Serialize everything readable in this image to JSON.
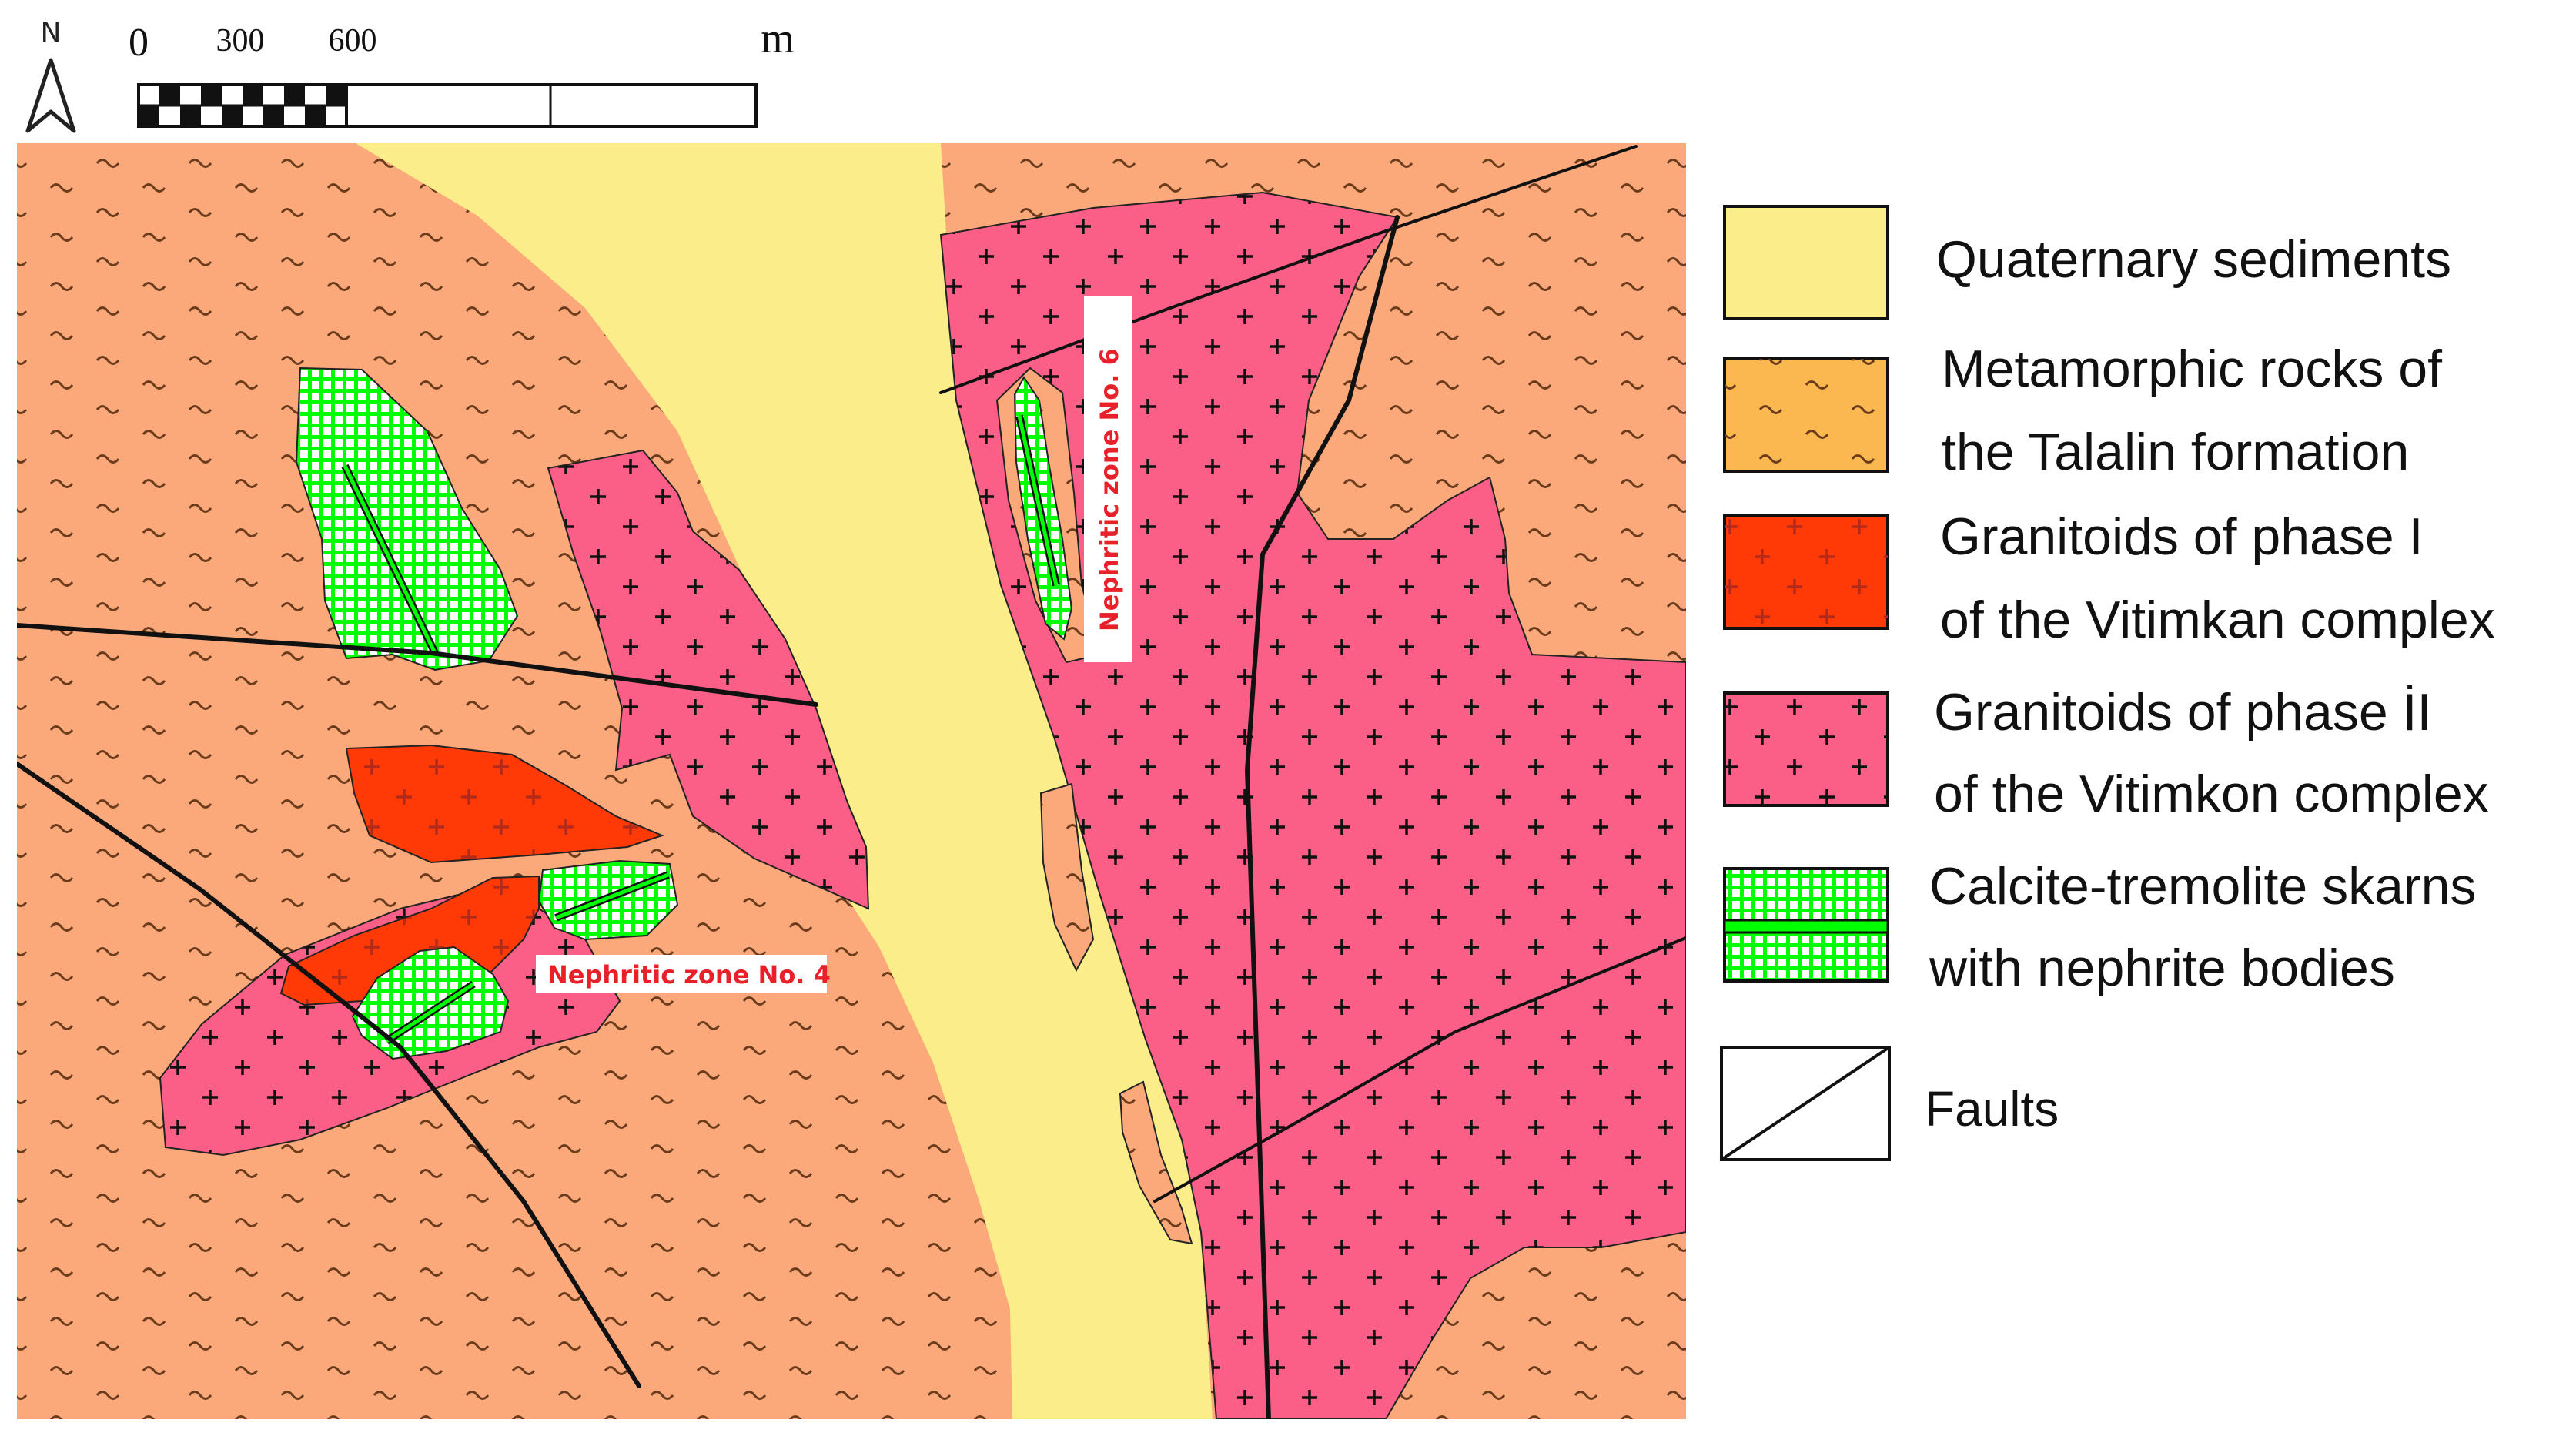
{
  "north_arrow": {
    "label": "N"
  },
  "scale_bar": {
    "ticks": [
      "0",
      "300",
      "600"
    ],
    "unit": "m"
  },
  "map_labels": {
    "zone4": "Nephritic zone No. 4",
    "zone6": "Nephritic zone No. 6"
  },
  "legend": {
    "items": [
      {
        "id": "quaternary",
        "lines": [
          "Quaternary sediments"
        ],
        "color": "#fbee8a"
      },
      {
        "id": "metamorphic",
        "lines": [
          "Metamorphic rocks of",
          "the Talalin formation"
        ],
        "color": "#fbb850"
      },
      {
        "id": "granitoids1",
        "lines": [
          "Granitoids of phase I",
          "of the Vitimkan complex"
        ],
        "color": "#ff3a06"
      },
      {
        "id": "granitoids2",
        "lines": [
          "Granitoids of phase İI",
          "of the Vitimkon complex"
        ],
        "color": "#fb5e86"
      },
      {
        "id": "skarns",
        "lines": [
          "Calcite-tremolite skarns",
          "with nephrite bodies"
        ],
        "color": "#00ff00"
      },
      {
        "id": "faults",
        "lines": [
          "Faults"
        ],
        "color": "#000000"
      }
    ]
  },
  "colors": {
    "metamorphic_map": "#fba97b",
    "quaternary": "#fbee8a",
    "granitoid_phase2": "#fb5e86",
    "granitoid_phase1": "#ff3a06",
    "skarn": "#00ff00",
    "label_red": "#e8202a"
  }
}
